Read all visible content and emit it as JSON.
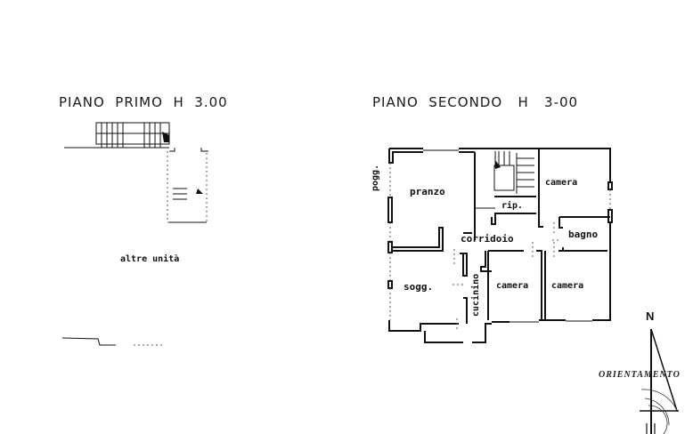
{
  "plans": [
    {
      "title": "PIANO  PRIMO  H  3.00",
      "rooms": [
        {
          "label": "altre  unità"
        }
      ]
    },
    {
      "title": "PIANO  SECONDO   H   3-00",
      "rooms": [
        {
          "label": "pranzo"
        },
        {
          "label": "pogg."
        },
        {
          "label": "rip."
        },
        {
          "label": "camera"
        },
        {
          "label": "corridoio"
        },
        {
          "label": "bagno"
        },
        {
          "label": "sogg."
        },
        {
          "label": "cucinino"
        },
        {
          "label": "camera"
        },
        {
          "label": "camera"
        }
      ]
    }
  ],
  "orientation": {
    "north_label": "N",
    "caption": "ORIENTAMENTO"
  }
}
